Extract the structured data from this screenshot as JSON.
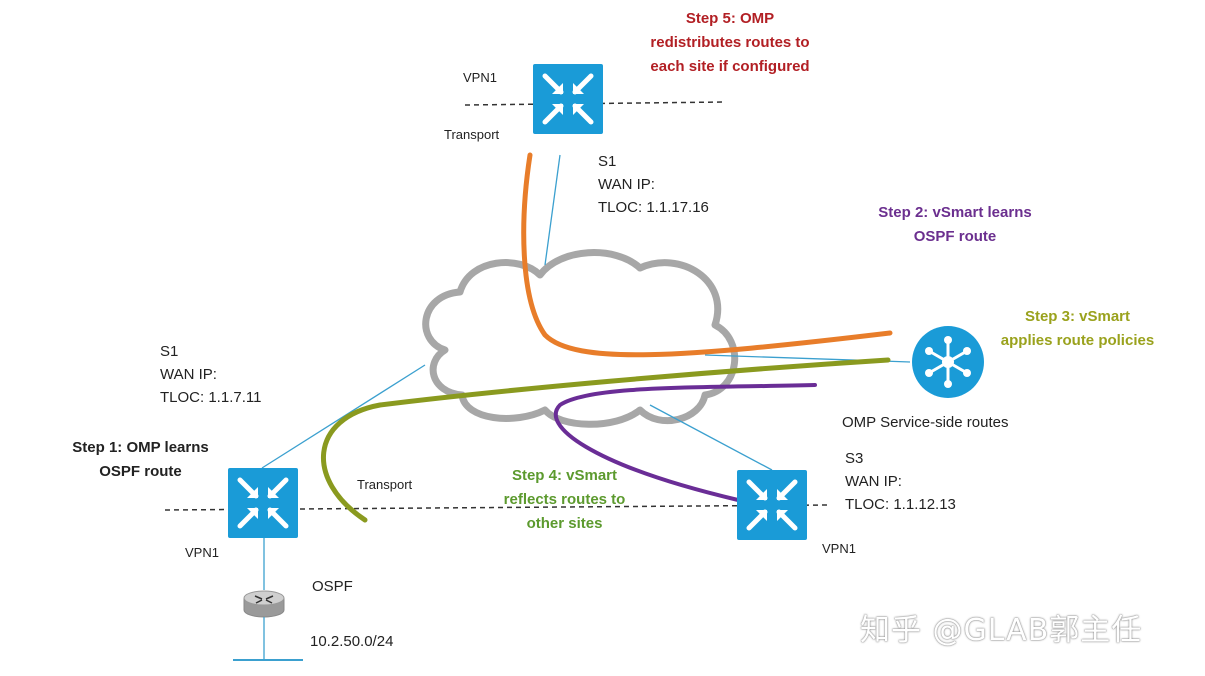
{
  "top_router": {
    "vpn_label": "VPN1",
    "transport_label": "Transport",
    "site_label": "S1",
    "wan_ip_label": "WAN IP:",
    "tloc_label": "TLOC: 1.1.17.16"
  },
  "left_router": {
    "site_label": "S1",
    "wan_ip_label": "WAN IP:",
    "tloc_label": "TLOC: 1.1.7.11",
    "vpn_label": "VPN1",
    "transport_label": "Transport"
  },
  "right_router": {
    "site_label": "S3",
    "wan_ip_label": "WAN IP:",
    "tloc_label": "TLOC: 1.1.12.13",
    "vpn_label": "VPN1"
  },
  "ospf_router": {
    "protocol_label": "OSPF",
    "subnet_label": "10.2.50.0/24"
  },
  "vsmart": {
    "caption": "OMP Service-side routes"
  },
  "steps": {
    "step1": [
      "Step 1: OMP learns",
      "OSPF route"
    ],
    "step2": [
      "Step 2: vSmart learns",
      "OSPF route"
    ],
    "step3": [
      "Step 3: vSmart",
      "applies route policies"
    ],
    "step4": [
      "Step 4: vSmart",
      "reflects routes to",
      "other sites"
    ],
    "step5": [
      "Step 5: OMP",
      "redistributes routes to",
      "each site if configured"
    ]
  },
  "watermark": "知乎 @GLAB郭主任",
  "colors": {
    "router_blue": "#1a9bd7",
    "orange_path": "#e87d2a",
    "olive_path": "#8a9a1f",
    "purple_path": "#6a2d96",
    "link_blue": "#3ba0cf",
    "cloud_gray": "#a7a7a7"
  },
  "icons": {
    "router": "router-arrows-icon",
    "vsmart": "hub-spoke-icon",
    "ospf": "round-router-icon",
    "cloud": "cloud-icon"
  }
}
